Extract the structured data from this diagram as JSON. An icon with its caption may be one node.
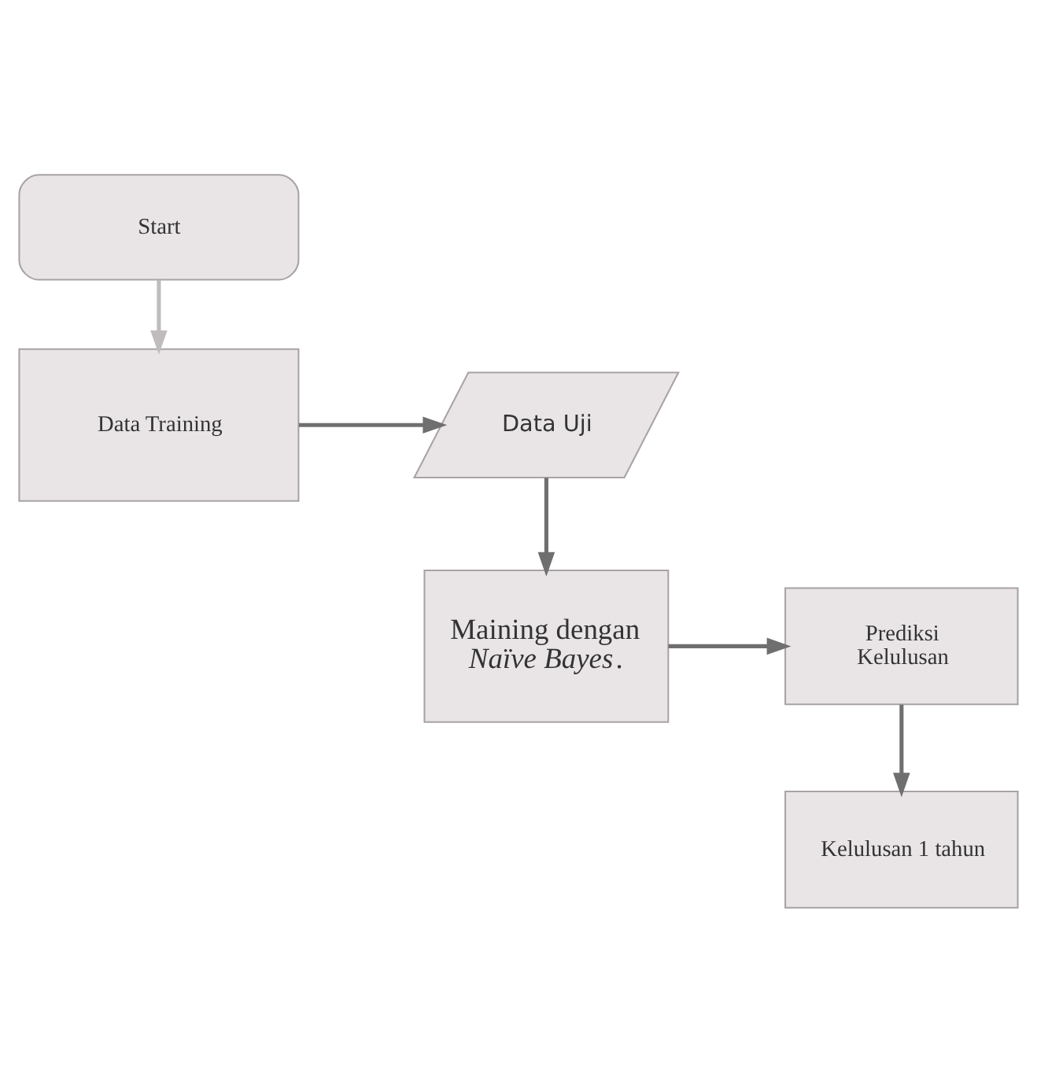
{
  "diagram": {
    "nodes": [
      {
        "text": [
          "Start"
        ]
      },
      {
        "text": [
          "Data Training"
        ]
      },
      {
        "text": [
          "Data Uji"
        ]
      },
      {
        "text": [
          "Maining dengan *Naïve Bayes*."
        ]
      },
      {
        "text": [
          "Prediksi Kelulusan"
        ]
      },
      {
        "text": [
          "Kelulusan 1 tahun"
        ]
      }
    ],
    "edges": [
      {
        "from": 0,
        "to": 1,
        "arrow": "to",
        "color": "#c0bcbe"
      },
      {
        "from": 1,
        "to": 2,
        "arrow": "to"
      },
      {
        "from": 2,
        "to": 3,
        "arrow": "to"
      },
      {
        "from": 3,
        "to": 4,
        "arrow": "to"
      },
      {
        "from": 4,
        "to": 5,
        "arrow": "to"
      }
    ]
  }
}
